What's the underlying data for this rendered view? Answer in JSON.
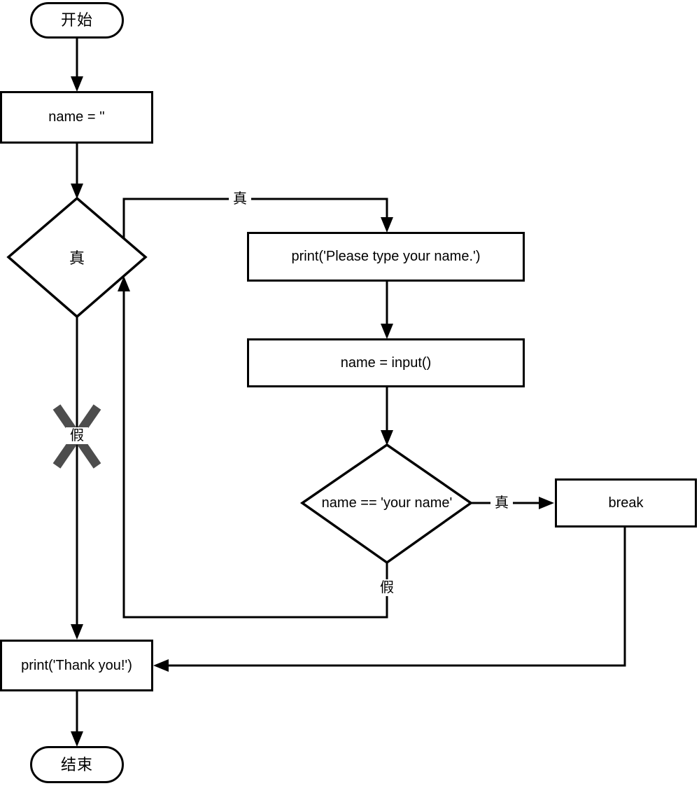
{
  "diagram": {
    "background": "#ffffff",
    "line_color": "#000000",
    "impossible_mark_color": "#4d4d4d",
    "nodes": {
      "start": {
        "label": "开始",
        "shape": "terminal"
      },
      "init_name": {
        "label": "name = ''",
        "shape": "process"
      },
      "while_condition": {
        "label": "真",
        "shape": "decision"
      },
      "print_prompt": {
        "label": "print('Please type your name.')",
        "shape": "process"
      },
      "input_name": {
        "label": "name = input()",
        "shape": "process"
      },
      "name_check": {
        "label": "name == 'your name'",
        "shape": "decision"
      },
      "break_statement": {
        "label": "break",
        "shape": "process"
      },
      "print_thanks": {
        "label": "print('Thank you!')",
        "shape": "process"
      },
      "end": {
        "label": "结束",
        "shape": "terminal"
      }
    },
    "edge_labels": {
      "while_true": "真",
      "while_false": "假",
      "check_true": "真",
      "check_false": "假"
    }
  }
}
